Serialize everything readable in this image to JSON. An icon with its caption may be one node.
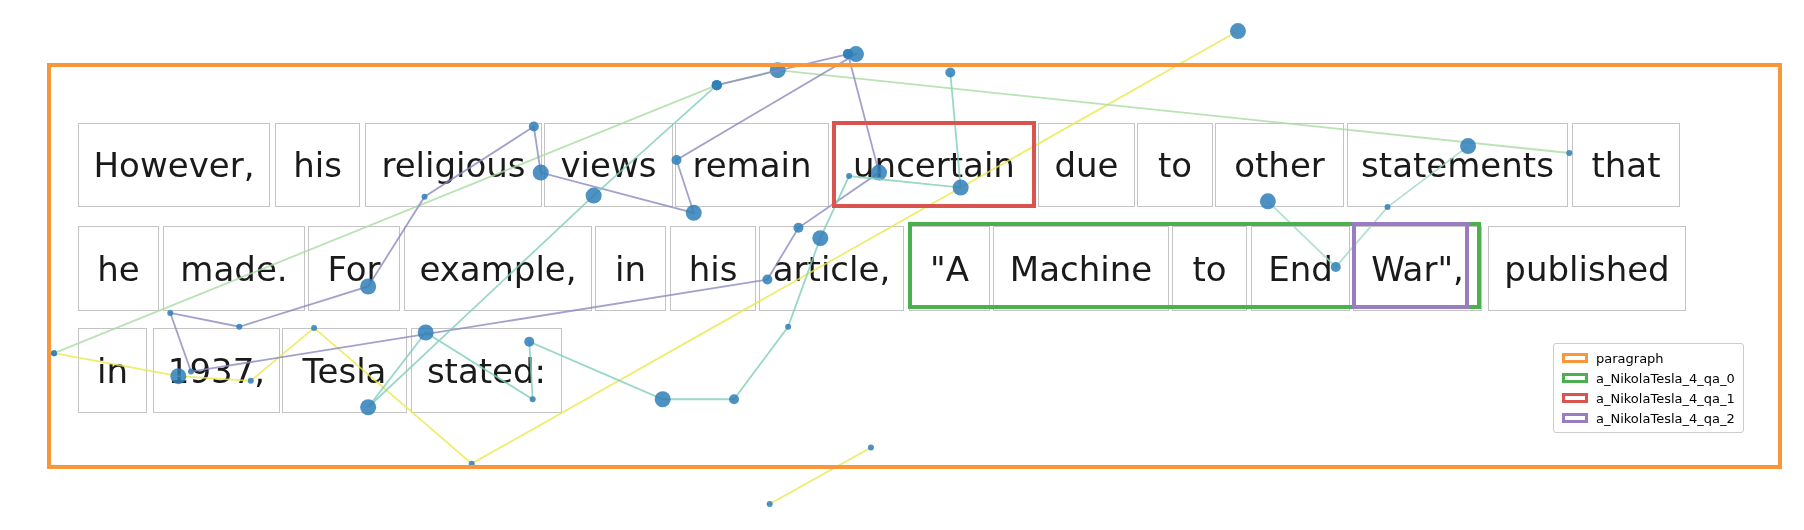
{
  "diagram": {
    "nodes": [
      {
        "text": [
          "However,"
        ]
      },
      {
        "text": [
          "his"
        ]
      },
      {
        "text": [
          "religious"
        ]
      },
      {
        "text": [
          "views"
        ]
      },
      {
        "text": [
          "remain"
        ]
      },
      {
        "text": [
          "uncertain"
        ]
      },
      {
        "text": [
          "due"
        ]
      },
      {
        "text": [
          "to"
        ]
      },
      {
        "text": [
          "other"
        ]
      },
      {
        "text": [
          "statements"
        ]
      },
      {
        "text": [
          "that"
        ]
      },
      {
        "text": [
          "he"
        ]
      },
      {
        "text": [
          "made."
        ]
      },
      {
        "text": [
          "For"
        ]
      },
      {
        "text": [
          "example,"
        ]
      },
      {
        "text": [
          "in"
        ]
      },
      {
        "text": [
          "his"
        ]
      },
      {
        "text": [
          "article,"
        ]
      },
      {
        "text": [
          "\"A"
        ]
      },
      {
        "text": [
          "Machine"
        ]
      },
      {
        "text": [
          "to"
        ]
      },
      {
        "text": [
          "End"
        ]
      },
      {
        "text": [
          "War\","
        ]
      },
      {
        "text": [
          "published"
        ]
      },
      {
        "text": [
          "in"
        ]
      },
      {
        "text": [
          "1937,"
        ]
      },
      {
        "text": [
          "Tesla"
        ]
      },
      {
        "text": [
          "stated:"
        ]
      }
    ],
    "edges": [],
    "legend": [
      {
        "text": "paragraph",
        "color": "#f8963a"
      },
      {
        "text": "a_NikolaTesla_4_qa_0",
        "color": "#4caf50"
      },
      {
        "text": "a_NikolaTesla_4_qa_1",
        "color": "#d9534f"
      },
      {
        "text": "a_NikolaTesla_4_qa_2",
        "color": "#9a7cc0"
      }
    ]
  }
}
